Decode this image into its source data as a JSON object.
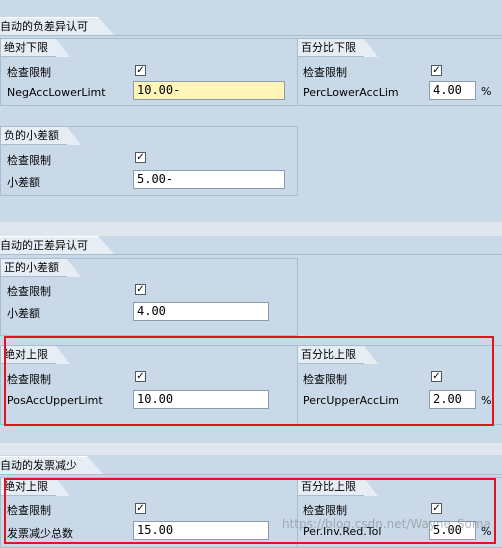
{
  "sections": {
    "negative": "自动的负差异认可",
    "positive": "自动的正差异认可",
    "invoice": "自动的发票减少"
  },
  "groups": {
    "neg_abs": "绝对下限",
    "neg_pct": "百分比下限",
    "neg_small": "负的小差额",
    "pos_small": "正的小差额",
    "pos_abs": "绝对上限",
    "pos_pct": "百分比上限",
    "inv_abs": "绝对上限",
    "inv_pct": "百分比上限"
  },
  "labels": {
    "check": "检查限制",
    "neg_acc_lower": "NegAccLowerLimt",
    "perc_lower": "PercLowerAccLim",
    "small_diff": "小差额",
    "pos_acc_upper": "PosAccUpperLimt",
    "perc_upper": "PercUpperAccLim",
    "inv_total": "发票减少总数",
    "per_inv_red": "Per.Inv.Red.Tol"
  },
  "values": {
    "neg_acc_lower": "10.00-",
    "perc_lower": "4.00",
    "neg_small": "5.00-",
    "pos_small": "4.00",
    "pos_acc_upper": "10.00",
    "perc_upper": "2.00",
    "inv_total": "15.00",
    "per_inv_red": "5.00"
  },
  "unit_percent": "%",
  "checked_mark": "✓",
  "watermark": "https://blog.csdn.net/Wayne_Soma"
}
